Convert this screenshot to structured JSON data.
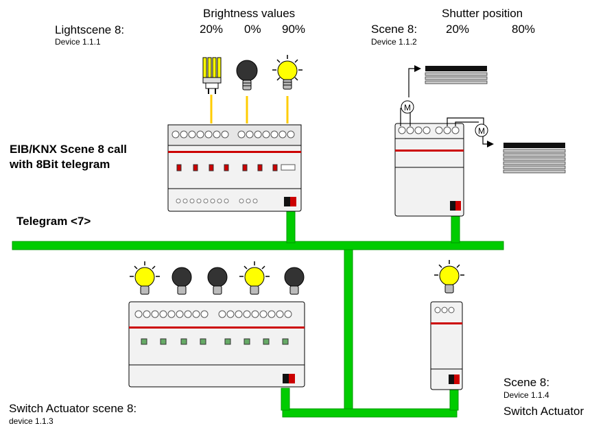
{
  "texts": {
    "brightness_title": "Brightness values",
    "brightness_values": [
      "20%",
      "0%",
      "90%"
    ],
    "lightscene_title": "Lightscene 8:",
    "lightscene_device": "Device 1.1.1",
    "shutter_title": "Shutter position",
    "shutter_scene": "Scene 8:",
    "shutter_values": [
      "20%",
      "80%"
    ],
    "shutter_device": "Device 1.1.2",
    "call_line1": "EIB/KNX Scene 8 call",
    "call_line2": "with 8Bit telegram",
    "telegram": "Telegram <7>",
    "switch_scene_title": "Switch Actuator scene 8:",
    "switch_scene_device": "device 1.1.3",
    "small_scene_title": "Scene 8:",
    "small_scene_device": "Device 1.1.4",
    "small_scene_type": "Switch Actuator"
  },
  "bulbs_top": [
    "fluorescent-tube",
    "off",
    "on"
  ],
  "bulbs_bottom": [
    "on",
    "off",
    "off",
    "on",
    "off"
  ],
  "bulb_small": "on",
  "colors": {
    "bus": "#00cc00",
    "bus_dark": "#009900",
    "bulb_on": "#ffff00",
    "bulb_off": "#333333",
    "wire": "#ffcc00",
    "device_red": "#cc0000"
  }
}
